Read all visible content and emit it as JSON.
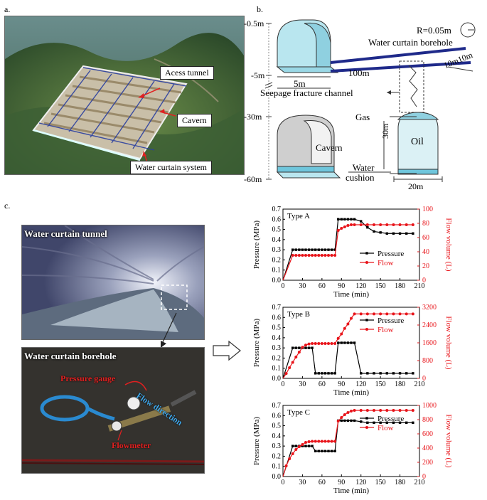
{
  "panels": {
    "a": {
      "label": "a.",
      "callouts": [
        "Acess tunnel",
        "Cavern",
        "Water curtain system"
      ]
    },
    "b": {
      "label": "b.",
      "depths": [
        "-0.5m",
        "-5m",
        "-30m",
        "-60m"
      ],
      "labels": {
        "radius": "R=0.05m",
        "borehole": "Water curtain borehole",
        "len5": "5m",
        "len100": "100m",
        "spacing": "10m10m",
        "fracture": "Seepage fracture channel",
        "gas": "Gas",
        "cavern": "Cavern",
        "oil": "Oil",
        "height30": "30m",
        "width20": "20m",
        "water_line1": "Water",
        "water_line2": "cushion"
      }
    },
    "c": {
      "label": "c.",
      "tunnel_title": "Water curtain tunnel",
      "borehole_title": "Water curtain borehole",
      "pressure_gauge": "Pressure gauge",
      "flow_direction": "Flow direction",
      "flowmeter": "Flowmeter"
    }
  },
  "colors": {
    "pressure": "#000000",
    "flow": "#e8141a",
    "cavern_blue": "#bfe8f0",
    "borehole_blue": "#1f2a8a"
  },
  "chart_data": [
    {
      "type": "line",
      "annotation": "Type A",
      "xlabel": "Time (min)",
      "ylabel": "Pressure (MPa)",
      "y2label": "Flow volume (L)",
      "xlim": [
        0,
        210
      ],
      "ylim": [
        0,
        0.7
      ],
      "y2lim": [
        0,
        100
      ],
      "xticks": [
        0,
        30,
        60,
        90,
        120,
        150,
        180,
        210
      ],
      "yticks": [
        0.0,
        0.1,
        0.2,
        0.3,
        0.4,
        0.5,
        0.6,
        0.7
      ],
      "y2ticks": [
        0,
        20,
        40,
        60,
        80,
        100
      ],
      "legend": "right",
      "series": [
        {
          "name": "Pressure",
          "axis": "left",
          "x": [
            0,
            15,
            20,
            25,
            30,
            35,
            40,
            45,
            50,
            55,
            60,
            65,
            70,
            75,
            80,
            85,
            90,
            95,
            100,
            105,
            110,
            120,
            130,
            140,
            150,
            160,
            170,
            180,
            190,
            200
          ],
          "y": [
            0,
            0.3,
            0.3,
            0.3,
            0.3,
            0.3,
            0.3,
            0.3,
            0.3,
            0.3,
            0.3,
            0.3,
            0.3,
            0.3,
            0.3,
            0.6,
            0.6,
            0.6,
            0.6,
            0.6,
            0.6,
            0.58,
            0.52,
            0.48,
            0.47,
            0.46,
            0.46,
            0.46,
            0.46,
            0.46
          ]
        },
        {
          "name": "Flow",
          "axis": "right",
          "x": [
            0,
            15,
            20,
            25,
            30,
            35,
            40,
            45,
            50,
            55,
            60,
            65,
            70,
            75,
            80,
            85,
            90,
            95,
            100,
            105,
            110,
            120,
            130,
            140,
            150,
            160,
            170,
            180,
            190,
            200
          ],
          "y": [
            0,
            35,
            35,
            35,
            35,
            35,
            35,
            35,
            35,
            35,
            35,
            35,
            35,
            35,
            35,
            70,
            73,
            75,
            77,
            78,
            78,
            78,
            78,
            78,
            78,
            78,
            78,
            78,
            78,
            78
          ]
        }
      ]
    },
    {
      "type": "line",
      "annotation": "Type B",
      "xlabel": "Time (min)",
      "ylabel": "Pressure (MPa)",
      "y2label": "Flow volume (L)",
      "xlim": [
        0,
        210
      ],
      "ylim": [
        0,
        0.7
      ],
      "y2lim": [
        0,
        3200
      ],
      "xticks": [
        0,
        30,
        60,
        90,
        120,
        150,
        180,
        210
      ],
      "yticks": [
        0.0,
        0.1,
        0.2,
        0.3,
        0.4,
        0.5,
        0.6,
        0.7
      ],
      "y2ticks": [
        0,
        800,
        1600,
        2400,
        3200
      ],
      "legend": "right",
      "series": [
        {
          "name": "Pressure",
          "axis": "left",
          "x": [
            0,
            15,
            20,
            25,
            30,
            35,
            40,
            45,
            50,
            55,
            60,
            65,
            70,
            75,
            80,
            85,
            90,
            95,
            100,
            105,
            110,
            120,
            130,
            140,
            150,
            160,
            170,
            180,
            190,
            200
          ],
          "y": [
            0,
            0.3,
            0.3,
            0.3,
            0.3,
            0.3,
            0.3,
            0.3,
            0.05,
            0.05,
            0.05,
            0.05,
            0.05,
            0.05,
            0.05,
            0.35,
            0.35,
            0.35,
            0.35,
            0.35,
            0.35,
            0.05,
            0.05,
            0.05,
            0.05,
            0.05,
            0.05,
            0.05,
            0.05,
            0.05
          ]
        },
        {
          "name": "Flow",
          "axis": "right",
          "x": [
            0,
            5,
            10,
            15,
            20,
            25,
            30,
            35,
            40,
            45,
            50,
            55,
            60,
            65,
            70,
            75,
            80,
            85,
            90,
            95,
            100,
            105,
            110,
            120,
            130,
            140,
            150,
            160,
            170,
            180,
            190,
            200
          ],
          "y": [
            0,
            220,
            480,
            720,
            960,
            1180,
            1400,
            1500,
            1550,
            1570,
            1570,
            1570,
            1570,
            1570,
            1570,
            1570,
            1570,
            1800,
            2000,
            2250,
            2450,
            2700,
            2900,
            2900,
            2900,
            2900,
            2900,
            2900,
            2900,
            2900,
            2900,
            2900
          ]
        }
      ]
    },
    {
      "type": "line",
      "annotation": "Type C",
      "xlabel": "Time (min)",
      "ylabel": "Pressure (MPa)",
      "y2label": "Flow volume (L)",
      "xlim": [
        0,
        210
      ],
      "ylim": [
        0,
        0.7
      ],
      "y2lim": [
        0,
        1000
      ],
      "xticks": [
        0,
        30,
        60,
        90,
        120,
        150,
        180,
        210
      ],
      "yticks": [
        0.0,
        0.1,
        0.2,
        0.3,
        0.4,
        0.5,
        0.6,
        0.7
      ],
      "y2ticks": [
        0,
        200,
        400,
        600,
        800,
        1000
      ],
      "legend": "right",
      "series": [
        {
          "name": "Pressure",
          "axis": "left",
          "x": [
            0,
            15,
            20,
            25,
            30,
            35,
            40,
            45,
            50,
            55,
            60,
            65,
            70,
            75,
            80,
            85,
            90,
            95,
            100,
            105,
            110,
            120,
            130,
            140,
            150,
            160,
            170,
            180,
            190,
            200
          ],
          "y": [
            0,
            0.3,
            0.3,
            0.3,
            0.3,
            0.3,
            0.3,
            0.3,
            0.25,
            0.25,
            0.25,
            0.25,
            0.25,
            0.25,
            0.25,
            0.55,
            0.55,
            0.55,
            0.55,
            0.55,
            0.55,
            0.54,
            0.53,
            0.53,
            0.53,
            0.53,
            0.53,
            0.53,
            0.53,
            0.53
          ]
        },
        {
          "name": "Flow",
          "axis": "right",
          "x": [
            0,
            5,
            10,
            15,
            20,
            25,
            30,
            35,
            40,
            45,
            50,
            55,
            60,
            65,
            70,
            75,
            80,
            85,
            90,
            95,
            100,
            105,
            110,
            120,
            130,
            140,
            150,
            160,
            170,
            180,
            190,
            200
          ],
          "y": [
            0,
            150,
            250,
            320,
            380,
            420,
            450,
            480,
            490,
            495,
            495,
            495,
            495,
            495,
            495,
            495,
            495,
            780,
            830,
            870,
            900,
            920,
            930,
            930,
            930,
            930,
            930,
            930,
            930,
            930,
            930,
            930
          ]
        }
      ]
    }
  ]
}
